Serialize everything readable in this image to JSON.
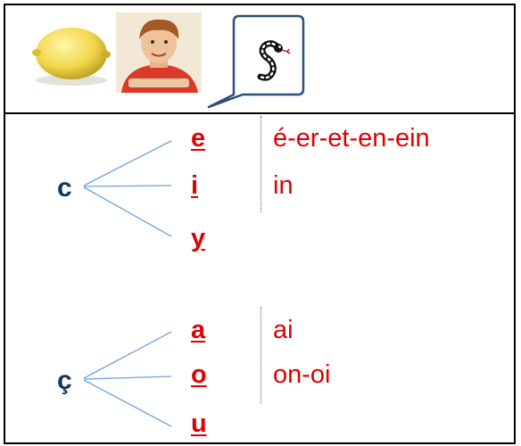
{
  "header": {
    "images": [
      "lemon",
      "boy"
    ],
    "bubble_glyph": "S"
  },
  "section_c": {
    "letter": "c",
    "vowels": [
      "e",
      "i",
      "y"
    ],
    "sounds": [
      "é-er-et-en-ein",
      "in"
    ]
  },
  "section_cedilla": {
    "letter": "ç",
    "vowels": [
      "a",
      "o",
      "u"
    ],
    "sounds": [
      "ai",
      "on-oi"
    ]
  },
  "colors": {
    "vowel_red": "#e00000",
    "letter_navy": "#17365d",
    "bubble_border": "#2e4f79",
    "branch_blue": "#6fa3d8"
  }
}
